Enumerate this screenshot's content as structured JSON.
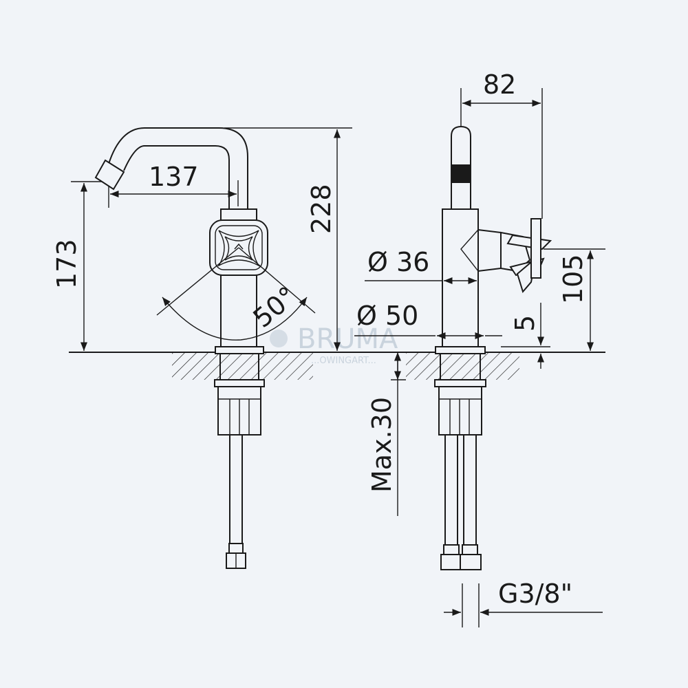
{
  "dimensions": {
    "spout_reach": "137",
    "spout_height": "173",
    "total_height": "228",
    "handle_angle": "50°",
    "width_depth": "82",
    "body_diameter": "Ø 36",
    "base_diameter": "Ø 50",
    "handle_height": "105",
    "base_thickness": "5",
    "max_countertop": "Max.30",
    "connection_thread": "G3/8\""
  },
  "watermark": {
    "brand": "BRUMA",
    "tagline": "...OWINGART..."
  },
  "colors": {
    "background": "#f1f4f8",
    "line": "#1a1a1a",
    "watermark": "#c9d3dd"
  }
}
